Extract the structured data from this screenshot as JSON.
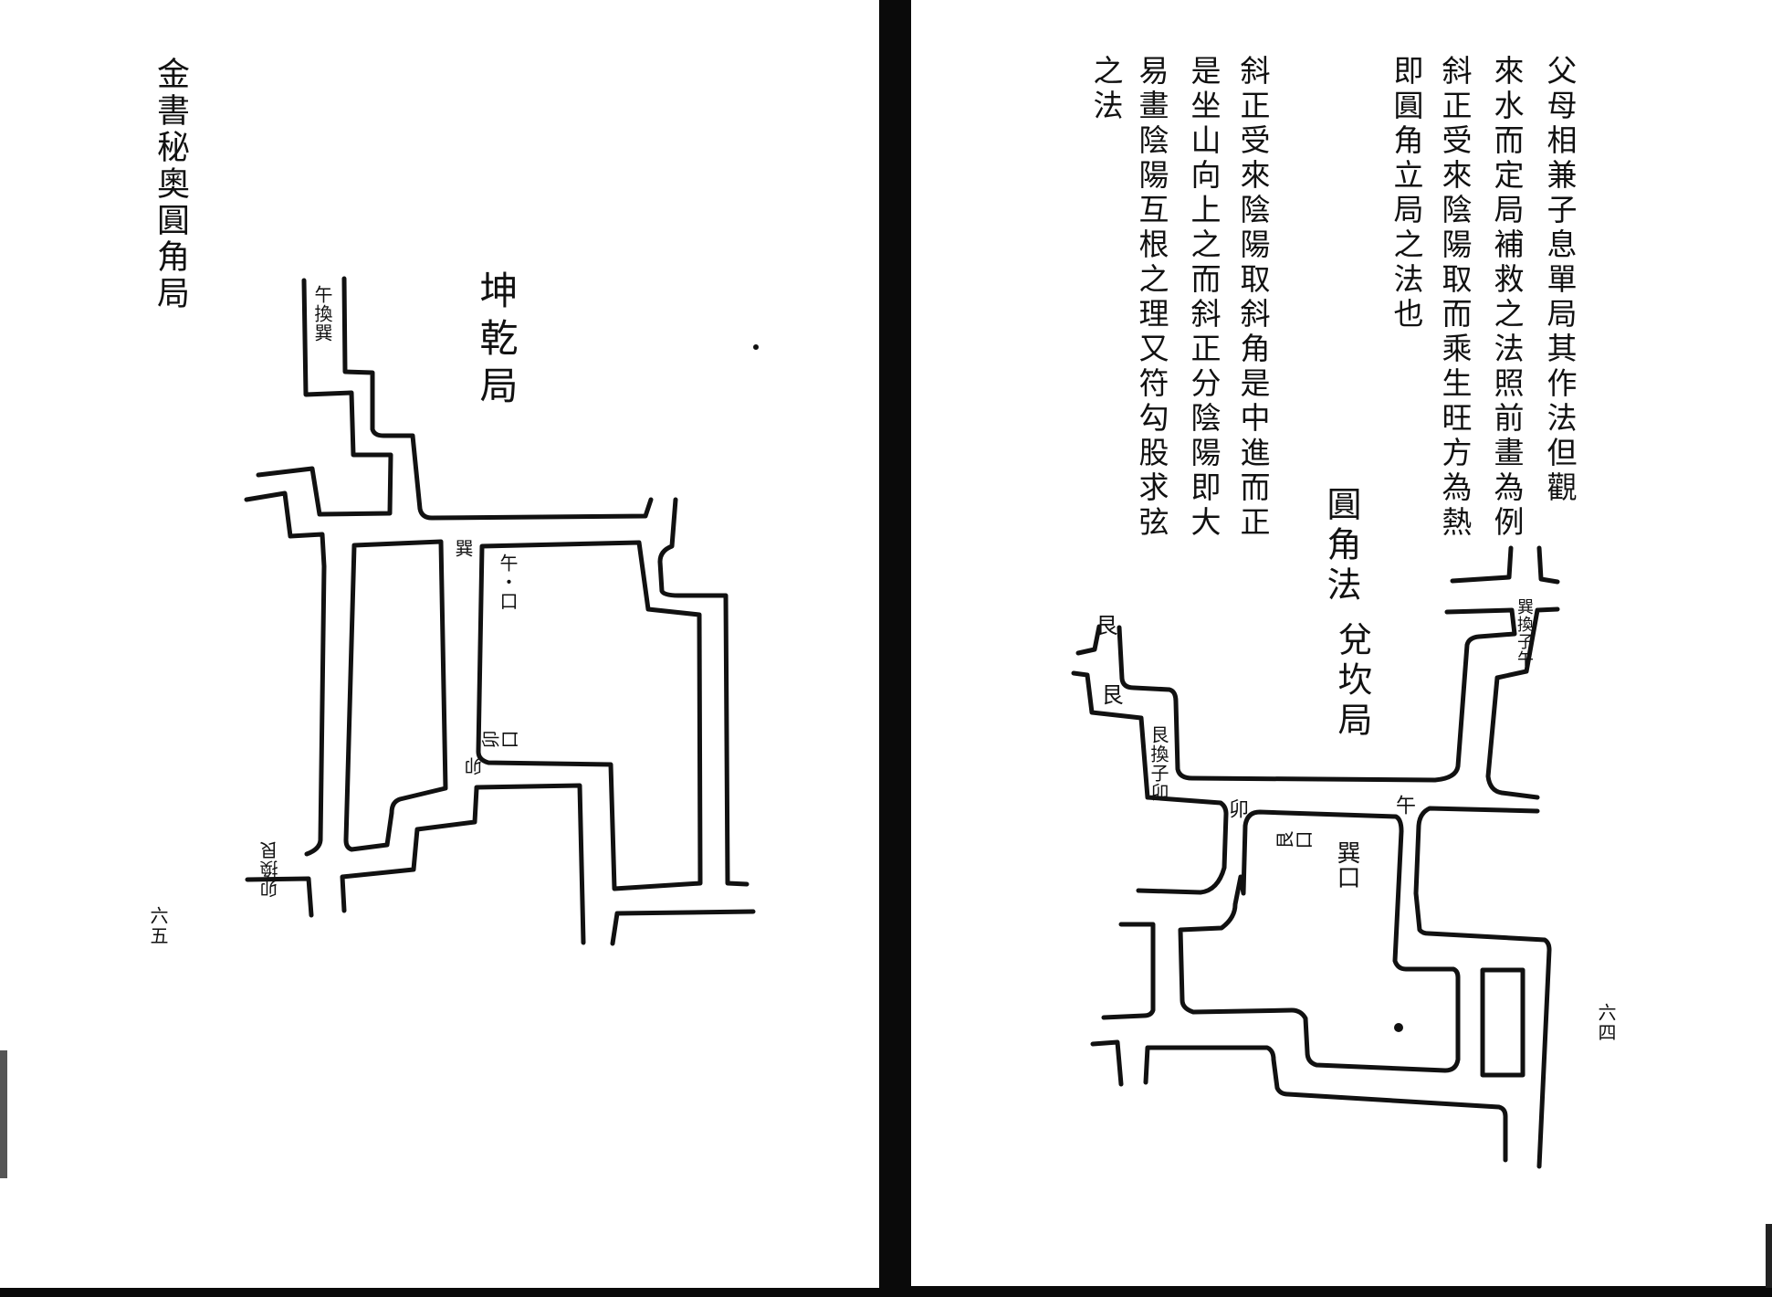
{
  "left_page": {
    "title": "金書秘奧圓角局",
    "diagram_title": "坤乾局",
    "labels": {
      "top_channel": "午換巽",
      "xun": "巽",
      "wu_kou": "午・口",
      "mao_kou": "卯口",
      "mao": "卯",
      "bottom_left": "卯換艮"
    },
    "page_number": "六五"
  },
  "right_page": {
    "text_columns": [
      "父母相兼子息單局其作法但觀",
      "來水而定局補救之法照前畫為例",
      "斜正受來陰陽取而乘生旺方為熱",
      "即圓角立局之法也",
      "斜正受來陰陽取斜角是中進而正",
      "是坐山向上之而斜正分陰陽即大",
      "易畫陰陽互根之理又符勾股求弦",
      "之法"
    ],
    "diagram_title_1": "圓角法",
    "diagram_title_2": "兌坎局",
    "labels": {
      "gen_top": "艮",
      "gen": "艮",
      "gen_huan": "艮換子卯",
      "mao": "卯",
      "wu": "午",
      "xun_kou": "巽口",
      "gen_kou": "艮口",
      "xun_huan": "巽換子午"
    },
    "page_number": "六四"
  }
}
